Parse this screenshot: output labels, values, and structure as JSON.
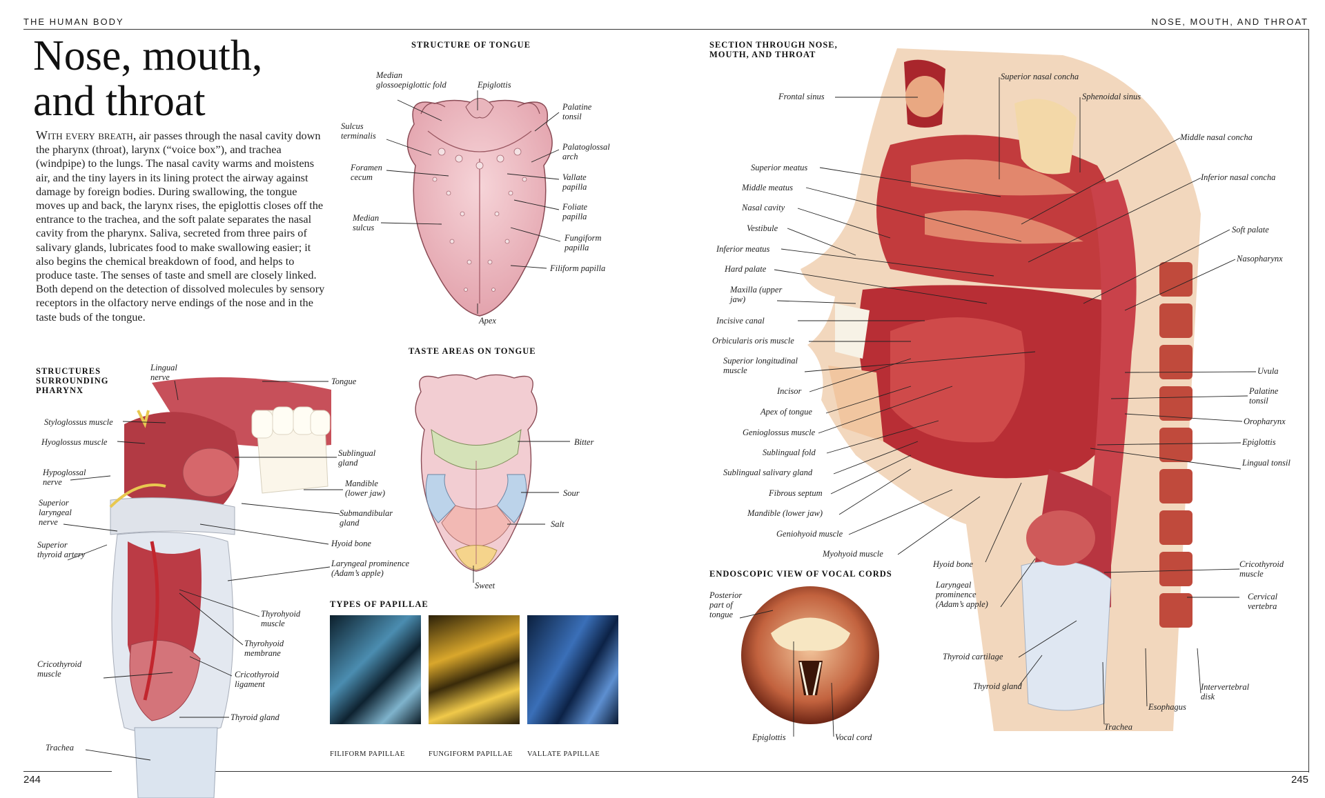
{
  "running_head": {
    "left": "THE HUMAN BODY",
    "right": "NOSE, MOUTH, AND THROAT"
  },
  "title": "Nose, mouth, and throat",
  "intro": {
    "lead": "With every breath,",
    "body": " air passes through the nasal cavity down the pharynx (throat), larynx (“voice box”), and trachea (windpipe) to the lungs. The nasal cavity warms and moistens air, and the tiny layers in its lining protect the airway against damage by foreign bodies. During swallowing, the tongue moves up and back, the larynx rises, the epiglottis closes off the entrance to the trachea, and the soft palate separates the nasal cavity from the pharynx. Saliva, secreted from three pairs of salivary glands, lubricates food to make swallowing easier; it also begins the chemical breakdown of food, and helps to produce taste. The senses of taste and smell are closely linked. Both depend on the detection of dissolved molecules by sensory receptors in the olfactory nerve endings of the nose and in the taste buds of the tongue."
  },
  "headings": {
    "tongue_structure": "STRUCTURE OF TONGUE",
    "taste_areas": "TASTE AREAS ON TONGUE",
    "pharynx": "STRUCTURES SURROUNDING PHARYNX",
    "papillae": "TYPES OF PAPILLAE",
    "section": "SECTION THROUGH NOSE, MOUTH, AND THROAT",
    "endoscopic": "ENDOSCOPIC VIEW OF VOCAL CORDS"
  },
  "tongue_labels": {
    "median_fold": "Median glossoepiglottic fold",
    "epiglottis": "Epiglottis",
    "palatine_tonsil": "Palatine tonsil",
    "sulcus_terminalis": "Sulcus terminalis",
    "palatoglossal_arch": "Palatoglossal arch",
    "foramen_cecum": "Foramen cecum",
    "vallate": "Vallate papilla",
    "foliate": "Foliate papilla",
    "median_sulcus": "Median sulcus",
    "fungiform": "Fungiform papilla",
    "filiform": "Filiform papilla",
    "apex": "Apex"
  },
  "taste_labels": {
    "bitter": "Bitter",
    "sour": "Sour",
    "salt": "Salt",
    "sweet": "Sweet"
  },
  "pharynx_labels": {
    "lingual_nerve": "Lingual nerve",
    "tongue": "Tongue",
    "styloglossus": "Styloglossus muscle",
    "hyoglossus": "Hyoglossus muscle",
    "sublingual_gland": "Sublingual gland",
    "hypoglossal": "Hypoglossal nerve",
    "mandible": "Mandible (lower jaw)",
    "submandibular": "Submandibular gland",
    "sup_laryngeal": "Superior laryngeal nerve",
    "hyoid": "Hyoid bone",
    "sup_thyroid": "Superior thyroid artery",
    "laryngeal_prom": "Laryngeal prominence (Adam’s apple)",
    "thyrohyoid_m": "Thyrohyoid muscle",
    "thyrohyoid_mem": "Thyrohyoid membrane",
    "cricothyroid_m": "Cricothyroid muscle",
    "cricothyroid_lig": "Cricothyroid ligament",
    "thyroid_gland": "Thyroid gland",
    "trachea": "Trachea"
  },
  "papillae": [
    {
      "caption": "FILIFORM PAPILLAE",
      "color": "#2a5f7a"
    },
    {
      "caption": "FUNGIFORM PAPILLAE",
      "color": "#b8952a"
    },
    {
      "caption": "VALLATE PAPILLAE",
      "color": "#1f4f8a"
    }
  ],
  "section_labels": {
    "sup_concha": "Superior nasal concha",
    "frontal_sinus": "Frontal sinus",
    "sphenoidal": "Sphenoidal sinus",
    "mid_concha": "Middle nasal concha",
    "sup_meatus": "Superior meatus",
    "inf_concha": "Inferior nasal concha",
    "mid_meatus": "Middle meatus",
    "nasal_cavity": "Nasal cavity",
    "soft_palate": "Soft palate",
    "vestibule": "Vestibule",
    "inf_meatus": "Inferior meatus",
    "nasopharynx": "Nasopharynx",
    "hard_palate": "Hard palate",
    "maxilla": "Maxilla (upper jaw)",
    "incisive": "Incisive canal",
    "orbicularis": "Orbicularis oris muscle",
    "sup_long": "Superior longitudinal muscle",
    "uvula": "Uvula",
    "incisor": "Incisor",
    "palatine_tonsil": "Palatine tonsil",
    "apex_tongue": "Apex of tongue",
    "oropharynx": "Oropharynx",
    "genioglossus": "Genioglossus muscle",
    "epiglottis": "Epiglottis",
    "sublingual_fold": "Sublingual fold",
    "lingual_tonsil": "Lingual tonsil",
    "sublingual_salivary": "Sublingual salivary gland",
    "fibrous": "Fibrous septum",
    "mandible": "Mandible (lower jaw)",
    "geniohyoid": "Geniohyoid muscle",
    "mylohyoid": "Myohyoid muscle",
    "hyoid": "Hyoid bone",
    "cricothyroid": "Cricothyroid muscle",
    "laryngeal_prom": "Laryngeal prominence (Adam’s apple)",
    "cervical": "Cervical vertebra",
    "thyroid_cart": "Thyroid cartilage",
    "thyroid_gland": "Thyroid gland",
    "intervertebral": "Intervertebral disk",
    "esophagus": "Esophagus",
    "trachea": "Trachea"
  },
  "endo_labels": {
    "posterior_tongue": "Posterior part of tongue",
    "epiglottis": "Epiglottis",
    "vocal_cord": "Vocal cord"
  },
  "page_numbers": {
    "left": "244",
    "right": "245"
  }
}
